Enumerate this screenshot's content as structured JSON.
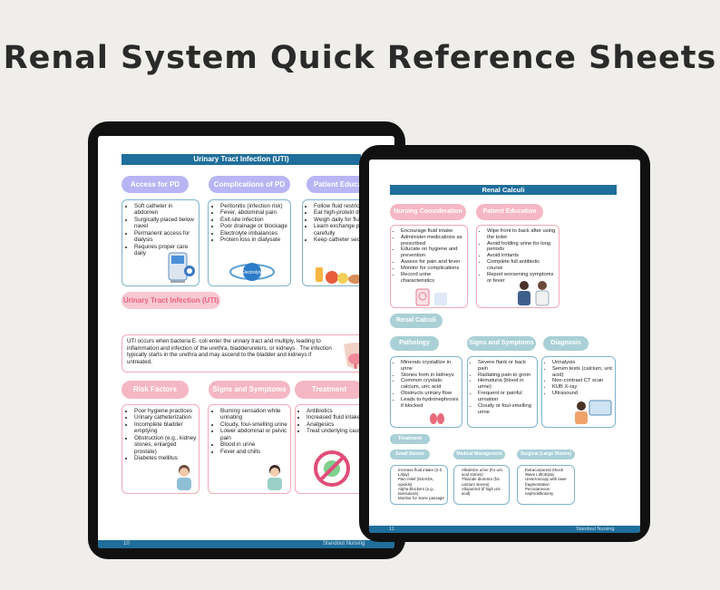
{
  "title": "Renal System Quick Reference Sheets",
  "left": {
    "banner": "Urinary Tract Infection (UTI)",
    "access_pd": {
      "label": "Access for PD",
      "items": [
        "Soft catheter in abdomen",
        "Surgically placed below navel",
        "Permanent access for dialysis",
        "Requires proper care daily"
      ]
    },
    "complications_pd": {
      "label": "Complications of PD",
      "items": [
        "Peritonitis (infection risk)",
        "Fever, abdominal pain",
        "Exit-site infection",
        "Poor drainage or blockage",
        "Electrolyte imbalances",
        "Protein loss in dialysate"
      ],
      "art_label": "Electrolyte"
    },
    "patient_education": {
      "label": "Patient Education",
      "items": [
        "Follow fluid restriction",
        "Eat high-protein diet",
        "Weigh daily for fluid balance",
        "Learn exchange procedures carefully",
        "Keep catheter secure"
      ]
    },
    "uti_pill": "Urinary Tract Infection (UTI)",
    "uti_text": "UTI occurs when bacteria E. coli enter the urinary tract and multiply, leading to inflammation and infection of the urethra, bladderureters, or kidneys . The infection typically starts in the urethra and may ascend to the bladder and kidneys if untreated.",
    "risk_factors": {
      "label": "Risk Factors",
      "items": [
        "Poor hygiene practices",
        "Urinary catheterization",
        "Incomplete bladder emptying",
        "Obstruction (e.g., kidney stones, enlarged prostate)",
        "Diabetes mellitus"
      ]
    },
    "signs": {
      "label": "Signs and Symptoms",
      "items": [
        "Burning sensation while urinating",
        "Cloudy, foul-smelling urine",
        "Lower abdominal or pelvic pain",
        "Blood in urine",
        "Fever and chills"
      ]
    },
    "treatment": {
      "label": "Treatment",
      "items": [
        "Antibiotics",
        "Increased fluid intake",
        "Analgesics",
        "Treat underlying cause"
      ]
    },
    "footer_page": "10",
    "footer_brand": "Standout Nursing"
  },
  "right": {
    "banner": "Renal Calculi",
    "nursing": {
      "label": "Nursing Consideration",
      "items": [
        "Encourage fluid intake",
        "Administer medications as prescribed",
        "Educate on hygiene and prevention",
        "Assess for pain and fever",
        "Monitor for complications",
        "Record urine characteristics"
      ]
    },
    "education": {
      "label": "Patient Education",
      "items": [
        "Wipe front to back after using the toilet",
        "Avoid holding urine for long periods",
        "Avoid irritants",
        "Complete full antibiotic course",
        "Report worsening symptoms or fever"
      ]
    },
    "renal_pill": "Renal Calculi",
    "pathology": {
      "label": "Pathology",
      "items": [
        "Minerals crystallize in urine",
        "Stones form in kidneys",
        "Common crystals: calcium, uric acid",
        "Obstructs urinary flow",
        "Leads to hydronephrosis if blocked"
      ]
    },
    "signs": {
      "label": "Signs and Symptoms",
      "items": [
        "Severe flank or back pain",
        "Radiating pain to groin",
        "Hematuria (blood in urine)",
        "Frequent or painful urination",
        "Cloudy or foul-smelling urine"
      ]
    },
    "diagnosis": {
      "label": "Diagnosis",
      "items": [
        "Urinalysis",
        "Serum tests (calcium, uric acid)",
        "Non-contrast CT scan",
        "KUB X-ray",
        "Ultrasound"
      ]
    },
    "treatment_pill": "Treatment",
    "small_stones": {
      "label": "Small Stones",
      "items": [
        "Increase fluid intake (2-3 L/day)",
        "Pain relief (NSAIDs, opioids)",
        "Alpha-blockers (e.g., tamsulosin)",
        "Monitor for stone passage"
      ]
    },
    "medical": {
      "label": "Medical Management",
      "items": [
        "Alkalinize urine (for uric acid stones)",
        "Thiazide diuretics (for calcium stones)",
        "Allopurinol (if high uric acid)"
      ]
    },
    "surgical": {
      "label": "Surgical (Large Stones)",
      "items": [
        "Extracorporeal Shock Wave Lithotripsy",
        "Ureteroscopy with laser fragmentation",
        "Percutaneous nephrolithotomy"
      ]
    },
    "footer_page": "11",
    "footer_brand": "Standout Nursing"
  },
  "colors": {
    "banner": "#1f6e9b",
    "purple": "#b7b5f3",
    "pink": "#f5b7c4",
    "teal": "#a9d0d6",
    "box_border": "#7fb2cc"
  }
}
